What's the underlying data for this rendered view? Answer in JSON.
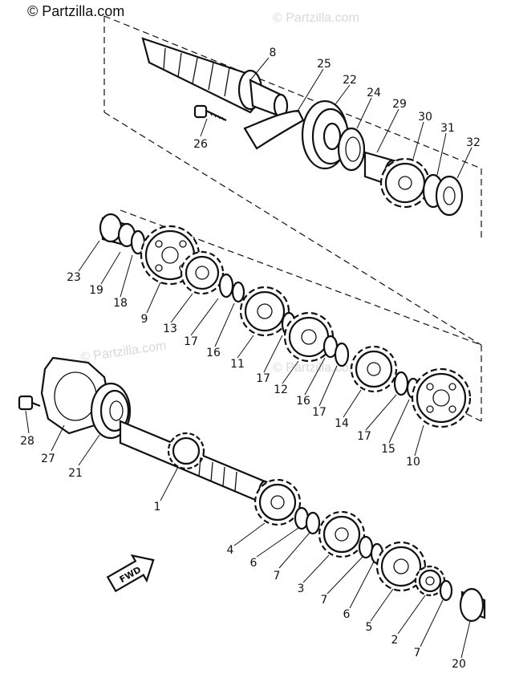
{
  "watermark": {
    "main": "© Partzilla.com",
    "ghost": "© Partzilla.com"
  },
  "direction_badge": "FWD",
  "part_labels": {
    "p1": "1",
    "p2": "2",
    "p3": "3",
    "p4": "4",
    "p5": "5",
    "p6a": "6",
    "p6b": "6",
    "p7a": "7",
    "p7b": "7",
    "p7c": "7",
    "p8": "8",
    "p9": "9",
    "p10": "10",
    "p11": "11",
    "p12": "12",
    "p13": "13",
    "p14": "14",
    "p15": "15",
    "p16a": "16",
    "p16b": "16",
    "p17a": "17",
    "p17b": "17",
    "p17c": "17",
    "p17d": "17",
    "p18": "18",
    "p19": "19",
    "p20": "20",
    "p21": "21",
    "p22": "22",
    "p23": "23",
    "p24": "24",
    "p25": "25",
    "p26": "26",
    "p27": "27",
    "p28": "28",
    "p29": "29",
    "p30": "30",
    "p31": "31",
    "p32": "32"
  }
}
